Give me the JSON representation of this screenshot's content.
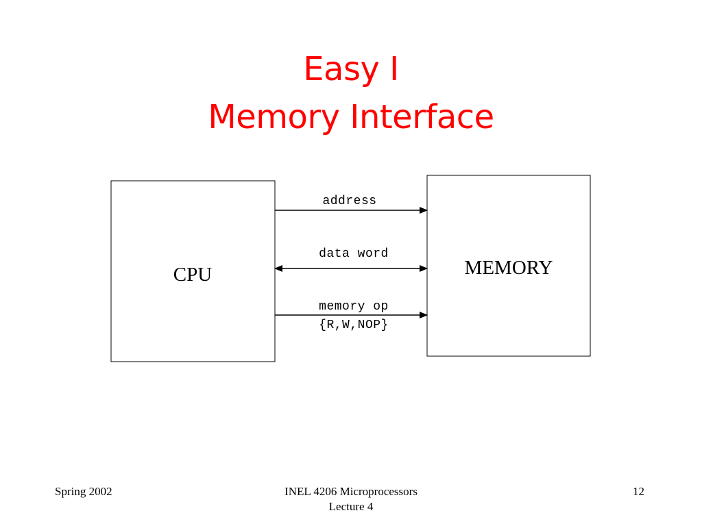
{
  "title": {
    "line1": "Easy I",
    "line2": "Memory Interface"
  },
  "diagram": {
    "cpu_label": "CPU",
    "memory_label": "MEMORY",
    "signals": {
      "address": "address",
      "data_word": "data word",
      "memory_op_line1": "memory op",
      "memory_op_line2": "{R,W,NOP}"
    }
  },
  "footer": {
    "left": "Spring 2002",
    "center_line1": "INEL 4206 Microprocessors",
    "center_line2": "Lecture 4",
    "page_number": "12"
  },
  "colors": {
    "title": "#ff0000",
    "lines": "#000000",
    "background": "#ffffff"
  }
}
